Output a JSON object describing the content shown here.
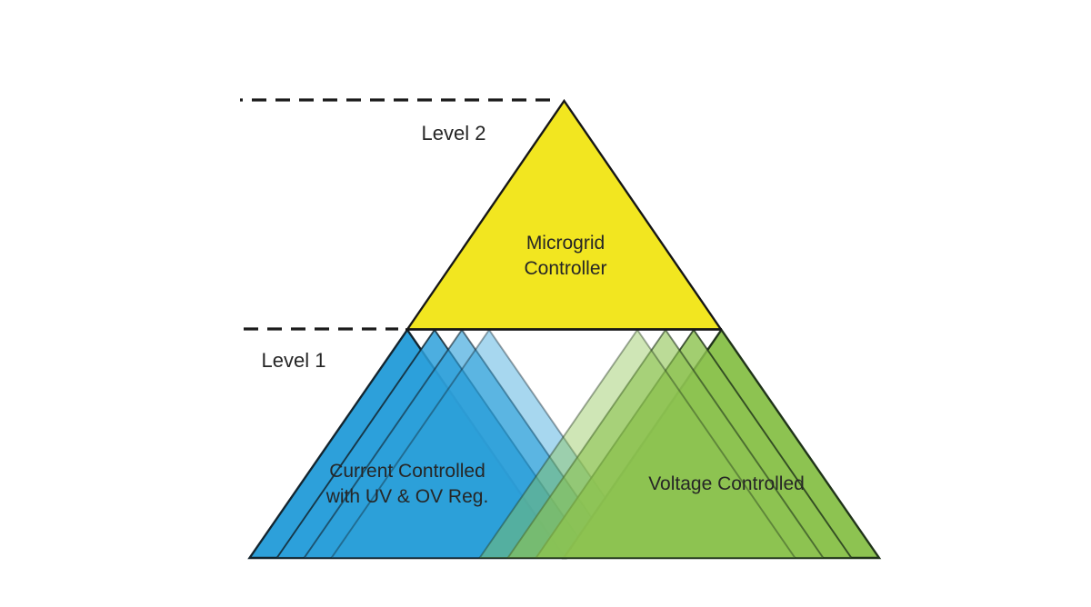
{
  "diagram": {
    "description": "Microgrid hierarchical control levels triangle diagram"
  },
  "levels": {
    "level2": {
      "label": "Level 2"
    },
    "level1": {
      "label": "Level 1"
    }
  },
  "triangles": {
    "microgrid": {
      "line1": "Microgrid",
      "line2": "Controller",
      "fill": "#f2e620"
    },
    "current_controlled": {
      "line1": "Current Controlled",
      "line2": "with UV & OV Reg.",
      "fill": "#2da0da"
    },
    "voltage_controlled": {
      "label": "Voltage Controlled",
      "fill": "#8dc351"
    }
  },
  "ghosts": {
    "blue": {
      "fill": "#2da0da",
      "stroke": "#13242e",
      "opacities": [
        0.85,
        0.62,
        0.42
      ]
    },
    "green": {
      "fill": "#8dc351",
      "stroke": "#20331a",
      "opacities": [
        0.82,
        0.6,
        0.42
      ]
    }
  },
  "strokes": {
    "yellow_outline": "#161616",
    "blue_outline": "#13242e",
    "green_outline": "#20331a",
    "dashed_line": "#1b1b1b",
    "base_divider": "#151515"
  },
  "text": {
    "color": "#262626"
  }
}
